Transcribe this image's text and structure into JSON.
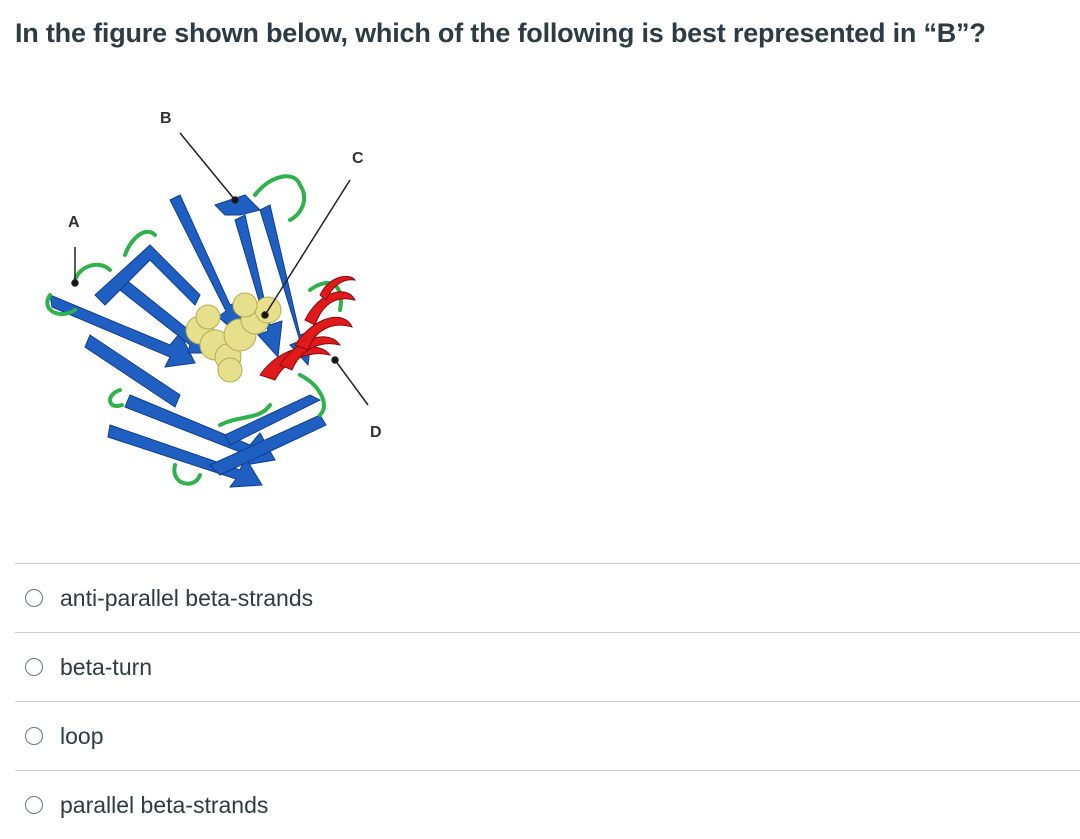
{
  "question": {
    "text": "In the figure shown below, which of the following is best represented in “B”?"
  },
  "figure": {
    "labels": [
      "A",
      "B",
      "C",
      "D"
    ],
    "colors": {
      "beta_strand": "#1f5fc2",
      "loop": "#2db34a",
      "helix": "#e0191b",
      "ligand": "#e6df8c"
    }
  },
  "answers": [
    {
      "label": "anti-parallel beta-strands"
    },
    {
      "label": "beta-turn"
    },
    {
      "label": "loop"
    },
    {
      "label": "parallel beta-strands"
    }
  ]
}
